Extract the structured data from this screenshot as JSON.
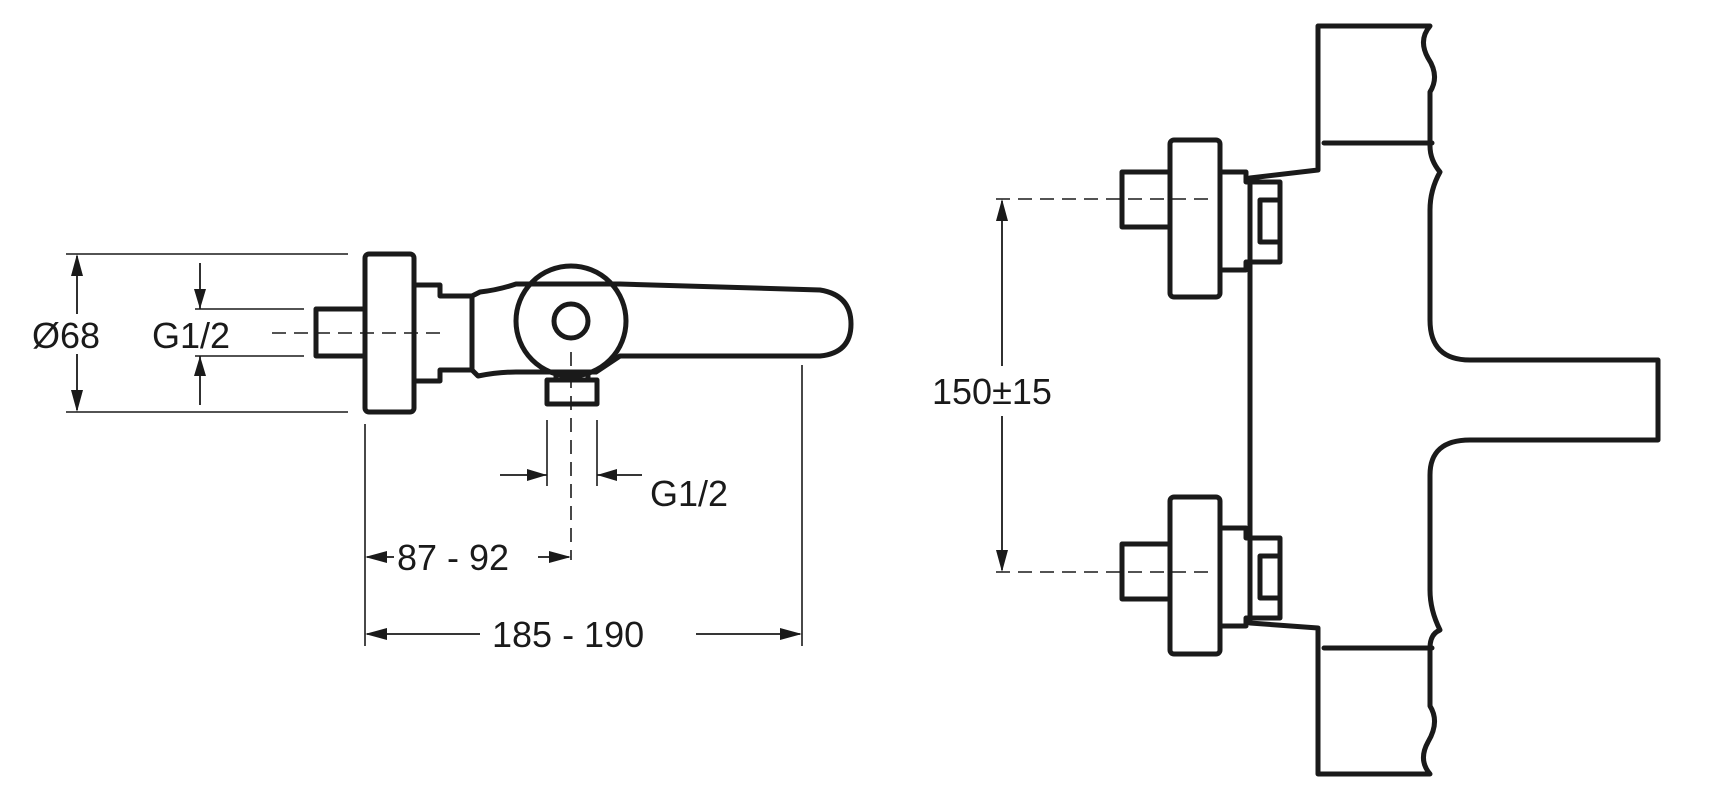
{
  "side_view": {
    "diameter_label": "Ø68",
    "inlet_thread_label": "G1/2",
    "outlet_thread_label": "G1/2",
    "outlet_offset_label": "87 - 92",
    "overall_depth_label": "185 - 190"
  },
  "front_view": {
    "inlet_spacing_label": "150±15"
  },
  "colors": {
    "line": "#1a1a1a",
    "background": "#ffffff"
  }
}
